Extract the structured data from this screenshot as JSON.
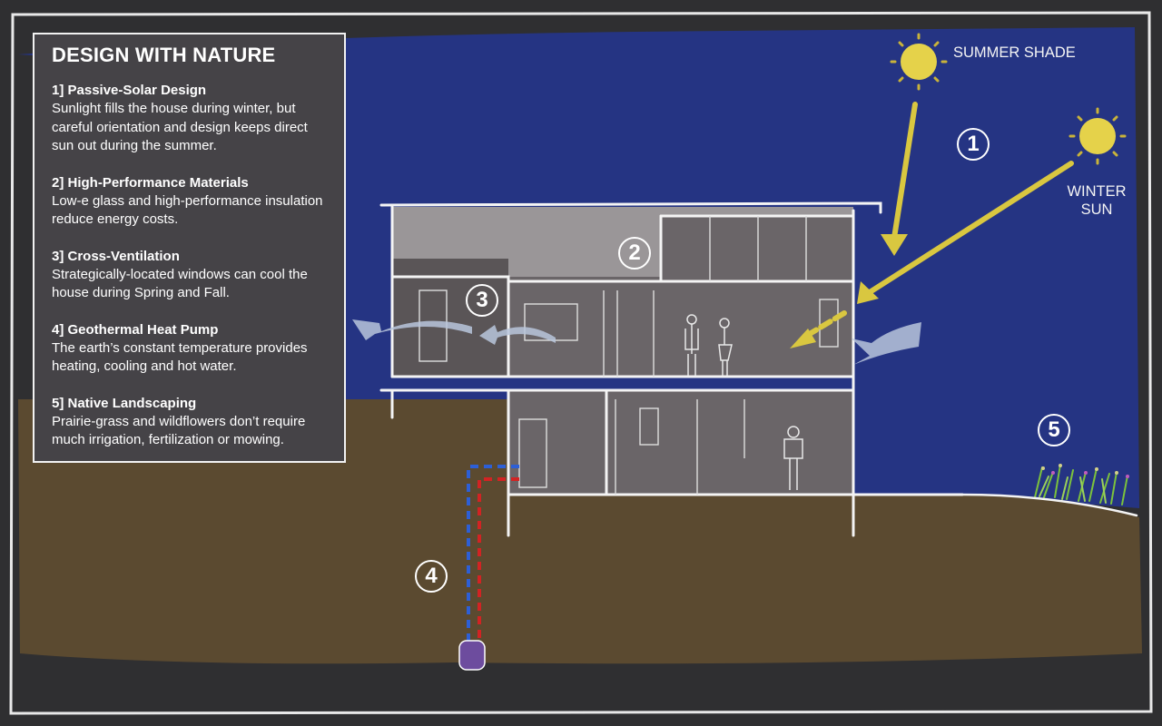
{
  "panel": {
    "title": "DESIGN WITH NATURE",
    "items": [
      {
        "heading": "1] Passive-Solar Design",
        "text": "Sunlight fills the house during winter, but careful orientation and design keeps direct sun out during the summer."
      },
      {
        "heading": "2] High-Performance Materials",
        "text": "Low-e glass and high-performance insulation reduce energy costs."
      },
      {
        "heading": "3] Cross-Ventilation",
        "text": "Strategically-located windows can cool the house during Spring and Fall."
      },
      {
        "heading": "4] Geothermal Heat Pump",
        "text": "The earth’s constant temperature provides heating, cooling and hot water."
      },
      {
        "heading": "5] Native Landscaping",
        "text": "Prairie-grass and wildflowers don’t require much irrigation, fertilization or mowing."
      }
    ]
  },
  "labels": {
    "summer_shade": "SUMMER SHADE",
    "winter_sun_line1": "WINTER",
    "winter_sun_line2": "SUN"
  },
  "callouts": [
    "1",
    "2",
    "3",
    "4",
    "5"
  ],
  "colors": {
    "background": "#2f2f31",
    "sky": "#25358a",
    "ground": "#5b4a30",
    "house": "#6a6568",
    "sun": "#e5d24a",
    "sun_ray_arrow": "#d9c740",
    "airflow": "#b9c6dc",
    "pipe_cold": "#2d5fd6",
    "pipe_hot": "#d22323"
  },
  "icons": [
    "summer-sun-icon",
    "winter-sun-icon",
    "airflow-arrow-icon",
    "person-icon",
    "grass-icon"
  ]
}
